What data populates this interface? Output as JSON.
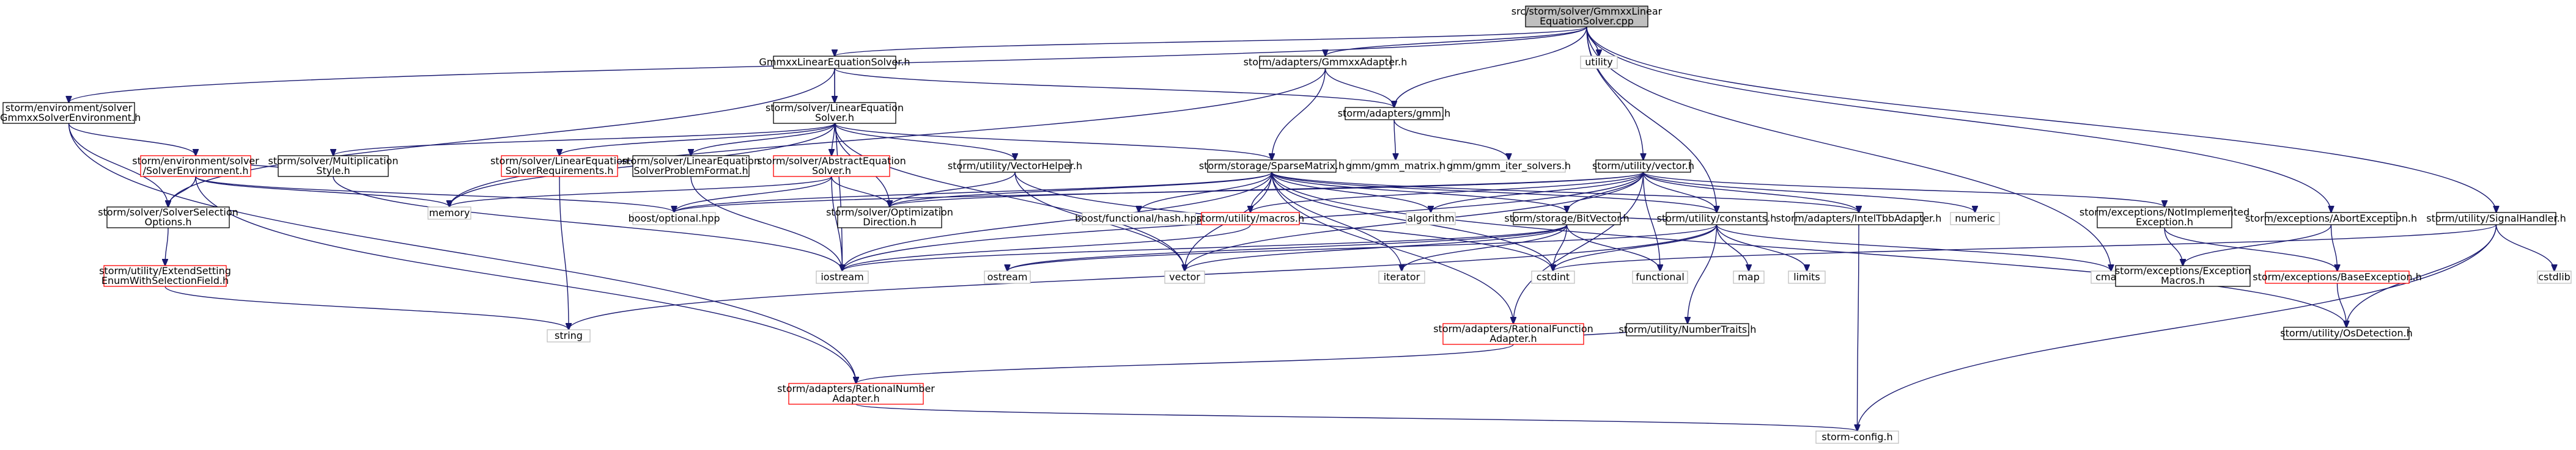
{
  "diagram": {
    "type": "include-dependency-graph",
    "colors": {
      "edge": "#191970",
      "root_fill": "#bfbfbf",
      "root_border": "#000000",
      "documented_border": "#000000",
      "undocumented_border": "#ff0000",
      "system_border": "#bfbfbf",
      "node_fill": "#ffffff"
    },
    "nodes": [
      {
        "id": "root",
        "kind": "root",
        "lines": [
          "src/storm/solver/GmmxxLinear",
          "EquationSolver.cpp"
        ]
      },
      {
        "id": "gmmsolver_h",
        "kind": "doc",
        "lines": [
          "GmmxxLinearEquationSolver.h"
        ]
      },
      {
        "id": "gmmadapter_h",
        "kind": "doc",
        "lines": [
          "storm/adapters/GmmxxAdapter.h"
        ]
      },
      {
        "id": "utility_sys",
        "kind": "sys",
        "lines": [
          "utility"
        ]
      },
      {
        "id": "gmmenv_h",
        "kind": "doc",
        "lines": [
          "storm/environment/solver",
          "/GmmxxSolverEnvironment.h"
        ]
      },
      {
        "id": "linsolver_h",
        "kind": "doc",
        "lines": [
          "storm/solver/LinearEquation",
          "Solver.h"
        ]
      },
      {
        "id": "gmm_h",
        "kind": "doc",
        "lines": [
          "storm/adapters/gmm.h"
        ]
      },
      {
        "id": "solverenv_h",
        "kind": "red",
        "lines": [
          "storm/environment/solver",
          "/SolverEnvironment.h"
        ]
      },
      {
        "id": "multstyle_h",
        "kind": "doc",
        "lines": [
          "storm/solver/Multiplication",
          "Style.h"
        ]
      },
      {
        "id": "linreq_h",
        "kind": "red",
        "lines": [
          "storm/solver/LinearEquation",
          "SolverRequirements.h"
        ]
      },
      {
        "id": "linprob_h",
        "kind": "doc",
        "lines": [
          "storm/solver/LinearEquation",
          "SolverProblemFormat.h"
        ]
      },
      {
        "id": "abstract_h",
        "kind": "red",
        "lines": [
          "storm/solver/AbstractEquation",
          "Solver.h"
        ]
      },
      {
        "id": "vechelper_h",
        "kind": "doc",
        "lines": [
          "storm/utility/VectorHelper.h"
        ]
      },
      {
        "id": "gmm_matrix",
        "kind": "sys",
        "lines": [
          "gmm/gmm_matrix.h"
        ]
      },
      {
        "id": "gmm_iter",
        "kind": "sys",
        "lines": [
          "gmm/gmm_iter_solvers.h"
        ]
      },
      {
        "id": "sparse_h",
        "kind": "doc",
        "lines": [
          "storm/storage/SparseMatrix.h"
        ]
      },
      {
        "id": "uvector_h",
        "kind": "doc",
        "lines": [
          "storm/utility/vector.h"
        ]
      },
      {
        "id": "memory",
        "kind": "sys",
        "lines": [
          "memory"
        ]
      },
      {
        "id": "selopt_h",
        "kind": "doc",
        "lines": [
          "storm/solver/SolverSelection",
          "Options.h"
        ]
      },
      {
        "id": "boostopt",
        "kind": "sys",
        "lines": [
          "boost/optional.hpp"
        ]
      },
      {
        "id": "optdir_h",
        "kind": "doc",
        "lines": [
          "storm/solver/Optimization",
          "Direction.h"
        ]
      },
      {
        "id": "boosthash",
        "kind": "sys",
        "lines": [
          "boost/functional/hash.hpp"
        ]
      },
      {
        "id": "macros_h",
        "kind": "red",
        "lines": [
          "storm/utility/macros.h"
        ]
      },
      {
        "id": "algorithm",
        "kind": "sys",
        "lines": [
          "algorithm"
        ]
      },
      {
        "id": "bitvector_h",
        "kind": "doc",
        "lines": [
          "storm/storage/BitVector.h"
        ]
      },
      {
        "id": "constants_h",
        "kind": "doc",
        "lines": [
          "storm/utility/constants.h"
        ]
      },
      {
        "id": "inteltbb_h",
        "kind": "doc",
        "lines": [
          "storm/adapters/IntelTbbAdapter.h"
        ]
      },
      {
        "id": "numeric",
        "kind": "sys",
        "lines": [
          "numeric"
        ]
      },
      {
        "id": "notimpl_h",
        "kind": "doc",
        "lines": [
          "storm/exceptions/NotImplemented",
          "Exception.h"
        ]
      },
      {
        "id": "abortexc_h",
        "kind": "doc",
        "lines": [
          "storm/exceptions/AbortException.h"
        ]
      },
      {
        "id": "signal_h",
        "kind": "doc",
        "lines": [
          "storm/utility/SignalHandler.h"
        ]
      },
      {
        "id": "extsetting_h",
        "kind": "red",
        "lines": [
          "storm/utility/ExtendSetting",
          "EnumWithSelectionField.h"
        ]
      },
      {
        "id": "iostream",
        "kind": "sys",
        "lines": [
          "iostream"
        ]
      },
      {
        "id": "ostream",
        "kind": "sys",
        "lines": [
          "ostream"
        ]
      },
      {
        "id": "vector",
        "kind": "sys",
        "lines": [
          "vector"
        ]
      },
      {
        "id": "iterator",
        "kind": "sys",
        "lines": [
          "iterator"
        ]
      },
      {
        "id": "cstdint",
        "kind": "sys",
        "lines": [
          "cstdint"
        ]
      },
      {
        "id": "functional",
        "kind": "sys",
        "lines": [
          "functional"
        ]
      },
      {
        "id": "cmath",
        "kind": "sys",
        "lines": [
          "cmath"
        ]
      },
      {
        "id": "map",
        "kind": "sys",
        "lines": [
          "map"
        ]
      },
      {
        "id": "limits",
        "kind": "sys",
        "lines": [
          "limits"
        ]
      },
      {
        "id": "numtraits_h",
        "kind": "doc",
        "lines": [
          "storm/utility/NumberTraits.h"
        ]
      },
      {
        "id": "excmacros_h",
        "kind": "doc",
        "lines": [
          "storm/exceptions/Exception",
          "Macros.h"
        ]
      },
      {
        "id": "baseexc_h",
        "kind": "red",
        "lines": [
          "storm/exceptions/BaseException.h"
        ]
      },
      {
        "id": "cstdlib",
        "kind": "sys",
        "lines": [
          "cstdlib"
        ]
      },
      {
        "id": "string",
        "kind": "sys",
        "lines": [
          "string"
        ]
      },
      {
        "id": "ratfunc_h",
        "kind": "red",
        "lines": [
          "storm/adapters/RationalFunction",
          "Adapter.h"
        ]
      },
      {
        "id": "osdetect_h",
        "kind": "doc",
        "lines": [
          "storm/utility/OsDetection.h"
        ]
      },
      {
        "id": "ratnum_h",
        "kind": "red",
        "lines": [
          "storm/adapters/RationalNumber",
          "Adapter.h"
        ]
      },
      {
        "id": "stormconfig_h",
        "kind": "sys",
        "lines": [
          "storm-config.h"
        ]
      }
    ],
    "edges": [
      [
        "root",
        "gmmsolver_h"
      ],
      [
        "root",
        "gmmadapter_h"
      ],
      [
        "root",
        "utility_sys"
      ],
      [
        "root",
        "gmmenv_h"
      ],
      [
        "root",
        "gmm_h"
      ],
      [
        "root",
        "uvector_h"
      ],
      [
        "root",
        "constants_h"
      ],
      [
        "root",
        "abortexc_h"
      ],
      [
        "root",
        "signal_h"
      ],
      [
        "root",
        "cmath"
      ],
      [
        "gmmsolver_h",
        "linsolver_h"
      ],
      [
        "gmmsolver_h",
        "gmm_h"
      ],
      [
        "gmmsolver_h",
        "selopt_h"
      ],
      [
        "gmmsolver_h",
        "iostream"
      ],
      [
        "gmmadapter_h",
        "memory"
      ],
      [
        "gmmadapter_h",
        "gmm_h"
      ],
      [
        "gmmadapter_h",
        "sparse_h"
      ],
      [
        "gmm_h",
        "gmm_matrix"
      ],
      [
        "gmm_h",
        "gmm_iter"
      ],
      [
        "gmmenv_h",
        "solverenv_h"
      ],
      [
        "gmmenv_h",
        "selopt_h"
      ],
      [
        "gmmenv_h",
        "ratnum_h"
      ],
      [
        "linsolver_h",
        "memory"
      ],
      [
        "linsolver_h",
        "multstyle_h"
      ],
      [
        "linsolver_h",
        "linreq_h"
      ],
      [
        "linsolver_h",
        "linprob_h"
      ],
      [
        "linsolver_h",
        "abstract_h"
      ],
      [
        "linsolver_h",
        "vechelper_h"
      ],
      [
        "linsolver_h",
        "sparse_h"
      ],
      [
        "linsolver_h",
        "optdir_h"
      ],
      [
        "linsolver_h",
        "vector"
      ],
      [
        "solverenv_h",
        "memory"
      ],
      [
        "solverenv_h",
        "selopt_h"
      ],
      [
        "solverenv_h",
        "boostopt"
      ],
      [
        "solverenv_h",
        "multstyle_h"
      ],
      [
        "solverenv_h",
        "ratnum_h"
      ],
      [
        "multstyle_h",
        "iostream"
      ],
      [
        "linreq_h",
        "string"
      ],
      [
        "linprob_h",
        "iostream"
      ],
      [
        "abstract_h",
        "memory"
      ],
      [
        "abstract_h",
        "boostopt"
      ],
      [
        "abstract_h",
        "optdir_h"
      ],
      [
        "abstract_h",
        "iostream"
      ],
      [
        "vechelper_h",
        "optdir_h"
      ],
      [
        "vechelper_h",
        "vector"
      ],
      [
        "vechelper_h",
        "cstdint"
      ],
      [
        "selopt_h",
        "extsetting_h"
      ],
      [
        "extsetting_h",
        "string"
      ],
      [
        "sparse_h",
        "boostopt"
      ],
      [
        "sparse_h",
        "optdir_h"
      ],
      [
        "sparse_h",
        "boosthash"
      ],
      [
        "sparse_h",
        "macros_h"
      ],
      [
        "sparse_h",
        "algorithm"
      ],
      [
        "sparse_h",
        "bitvector_h"
      ],
      [
        "sparse_h",
        "constants_h"
      ],
      [
        "sparse_h",
        "inteltbb_h"
      ],
      [
        "sparse_h",
        "iostream"
      ],
      [
        "sparse_h",
        "vector"
      ],
      [
        "sparse_h",
        "iterator"
      ],
      [
        "sparse_h",
        "cstdint"
      ],
      [
        "sparse_h",
        "ratfunc_h"
      ],
      [
        "sparse_h",
        "osdetect_h"
      ],
      [
        "uvector_h",
        "boostopt"
      ],
      [
        "uvector_h",
        "optdir_h"
      ],
      [
        "uvector_h",
        "macros_h"
      ],
      [
        "uvector_h",
        "algorithm"
      ],
      [
        "uvector_h",
        "bitvector_h"
      ],
      [
        "uvector_h",
        "constants_h"
      ],
      [
        "uvector_h",
        "inteltbb_h"
      ],
      [
        "uvector_h",
        "numeric"
      ],
      [
        "uvector_h",
        "notimpl_h"
      ],
      [
        "uvector_h",
        "iostream"
      ],
      [
        "uvector_h",
        "vector"
      ],
      [
        "uvector_h",
        "functional"
      ],
      [
        "uvector_h",
        "ratfunc_h"
      ],
      [
        "macros_h",
        "iostream"
      ],
      [
        "bitvector_h",
        "iostream"
      ],
      [
        "bitvector_h",
        "ostream"
      ],
      [
        "bitvector_h",
        "vector"
      ],
      [
        "bitvector_h",
        "iterator"
      ],
      [
        "bitvector_h",
        "cstdint"
      ],
      [
        "bitvector_h",
        "functional"
      ],
      [
        "bitvector_h",
        "constants_h"
      ],
      [
        "constants_h",
        "cstdint"
      ],
      [
        "constants_h",
        "map"
      ],
      [
        "constants_h",
        "limits"
      ],
      [
        "constants_h",
        "numtraits_h"
      ],
      [
        "constants_h",
        "cmath"
      ],
      [
        "constants_h",
        "string"
      ],
      [
        "constants_h",
        "ostream"
      ],
      [
        "inteltbb_h",
        "stormconfig_h"
      ],
      [
        "notimpl_h",
        "excmacros_h"
      ],
      [
        "notimpl_h",
        "baseexc_h"
      ],
      [
        "abortexc_h",
        "excmacros_h"
      ],
      [
        "abortexc_h",
        "baseexc_h"
      ],
      [
        "signal_h",
        "cstdlib"
      ],
      [
        "signal_h",
        "cstdint"
      ],
      [
        "signal_h",
        "osdetect_h"
      ],
      [
        "signal_h",
        "stormconfig_h"
      ],
      [
        "baseexc_h",
        "osdetect_h"
      ],
      [
        "numtraits_h",
        "ratfunc_h"
      ],
      [
        "ratfunc_h",
        "ratnum_h"
      ],
      [
        "ratnum_h",
        "stormconfig_h"
      ]
    ]
  }
}
